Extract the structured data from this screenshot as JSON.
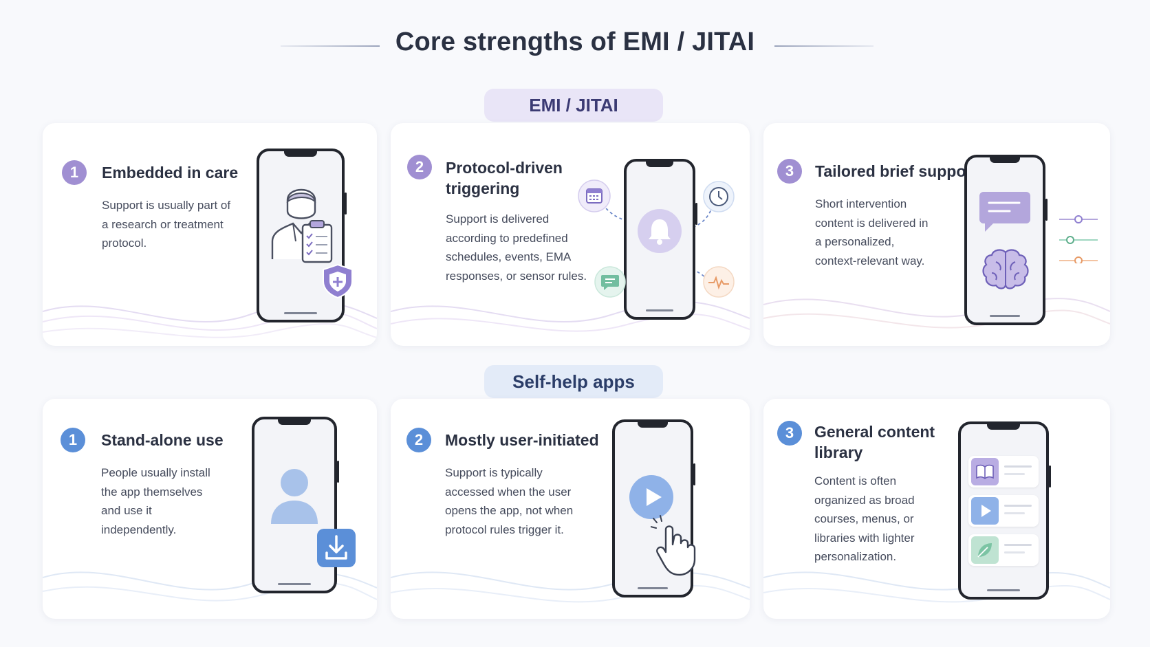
{
  "title": "Core strengths of EMI / JITAI",
  "sections": {
    "emi": {
      "label": "EMI / JITAI"
    },
    "selfhelp": {
      "label": "Self-help apps"
    }
  },
  "emi_cards": [
    {
      "number": "1",
      "title": "Embedded in care",
      "desc": [
        "Support is usually part of",
        "a research or treatment",
        "protocol."
      ]
    },
    {
      "number": "2",
      "title": [
        "Protocol-driven",
        "triggering"
      ],
      "desc": [
        "Support is delivered",
        "according to predefined",
        "schedules, events, EMA",
        "responses, or sensor rules."
      ]
    },
    {
      "number": "3",
      "title": "Tailored brief support",
      "desc": [
        "Short intervention",
        "content is delivered in",
        "a personalized,",
        "context-relevant way."
      ]
    }
  ],
  "selfhelp_cards": [
    {
      "number": "1",
      "title": "Stand-alone use",
      "desc": [
        "People usually install",
        "the app themselves",
        "and use it",
        "independently."
      ]
    },
    {
      "number": "2",
      "title": "Mostly user-initiated",
      "desc": [
        "Support is typically",
        "accessed when the user",
        "opens the app, not when",
        "protocol rules trigger it."
      ]
    },
    {
      "number": "3",
      "title": [
        "General content",
        "library"
      ],
      "desc": [
        "Content is often",
        "organized as broad",
        "courses, menus, or",
        "libraries with lighter",
        "personalization."
      ]
    }
  ],
  "colors": {
    "purple": "#a08fd2",
    "blue": "#5b8fd8",
    "title": "#2a3142"
  },
  "icons": [
    "clinician-icon",
    "clipboard-icon",
    "shield-icon",
    "bell-icon",
    "calendar-icon",
    "clock-icon",
    "chat-icon",
    "pulse-icon",
    "message-icon",
    "brain-icon",
    "sliders-icon",
    "user-icon",
    "download-icon",
    "play-icon",
    "hand-pointer-icon",
    "book-icon",
    "leaf-icon"
  ]
}
